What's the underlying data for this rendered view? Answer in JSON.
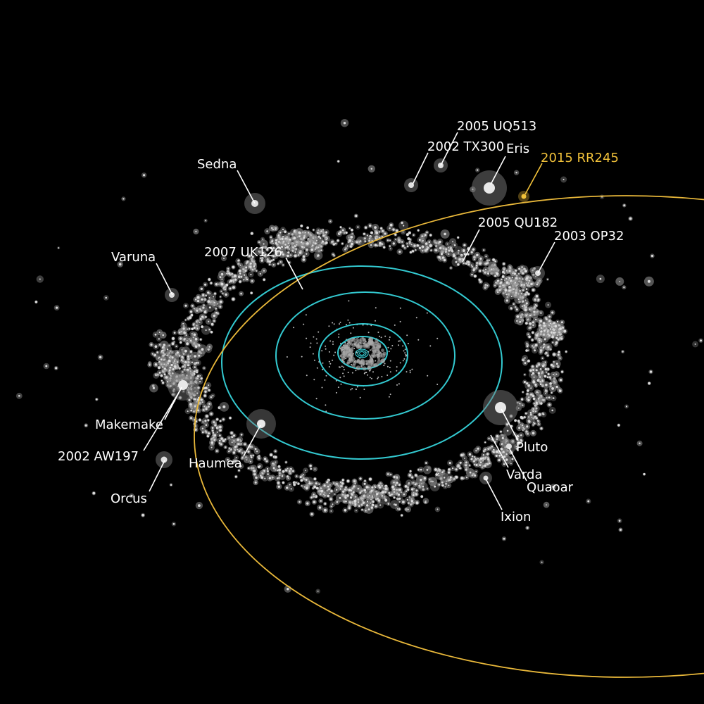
{
  "highlight_color": "#f2c23a",
  "orbit_color": "#33c9d0",
  "label_color": "#ffffff",
  "background_color": "#000000",
  "highlighted_object": {
    "name": "2015 RR245"
  },
  "objects": [
    {
      "id": "2005-uq513",
      "name": "2005 UQ513"
    },
    {
      "id": "2002-tx300",
      "name": "2002 TX300"
    },
    {
      "id": "eris",
      "name": "Eris"
    },
    {
      "id": "sedna",
      "name": "Sedna"
    },
    {
      "id": "2005-qu182",
      "name": "2005 QU182"
    },
    {
      "id": "2003-op32",
      "name": "2003 OP32"
    },
    {
      "id": "2007-uk126",
      "name": "2007 UK126"
    },
    {
      "id": "varuna",
      "name": "Varuna"
    },
    {
      "id": "makemake",
      "name": "Makemake"
    },
    {
      "id": "2002-aw197",
      "name": "2002 AW197"
    },
    {
      "id": "haumea",
      "name": "Haumea"
    },
    {
      "id": "orcus",
      "name": "Orcus"
    },
    {
      "id": "pluto",
      "name": "Pluto"
    },
    {
      "id": "varda",
      "name": "Varda"
    },
    {
      "id": "quaoar",
      "name": "Quaoar"
    },
    {
      "id": "ixion",
      "name": "Ixion"
    }
  ]
}
